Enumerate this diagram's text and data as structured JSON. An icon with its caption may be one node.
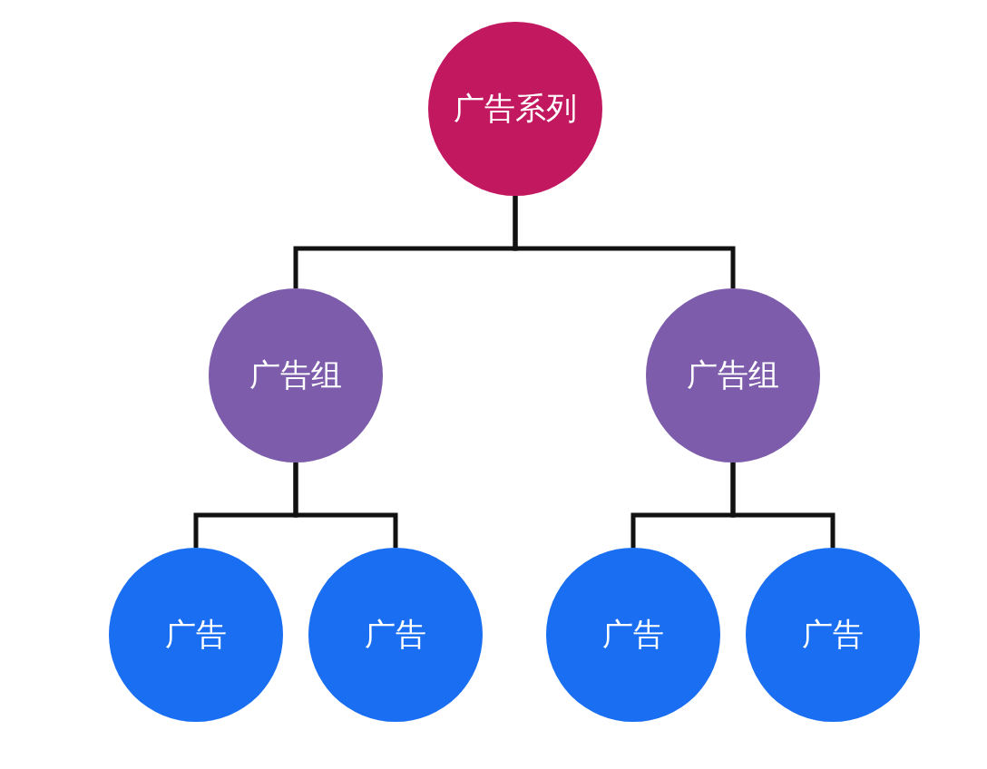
{
  "diagram": {
    "nodes": [
      {
        "text": [
          "广告系列"
        ]
      },
      {
        "text": [
          "广告组"
        ]
      },
      {
        "text": [
          "广告组"
        ]
      },
      {
        "text": [
          "广告"
        ]
      },
      {
        "text": [
          "广告"
        ]
      },
      {
        "text": [
          "广告"
        ]
      },
      {
        "text": [
          "广告"
        ]
      }
    ],
    "edges": [
      {
        "from": 0,
        "to": 1,
        "arrow": "none"
      },
      {
        "from": 0,
        "to": 2,
        "arrow": "none"
      },
      {
        "from": 1,
        "to": 3,
        "arrow": "none"
      },
      {
        "from": 1,
        "to": 4,
        "arrow": "none"
      },
      {
        "from": 2,
        "to": 5,
        "arrow": "none"
      },
      {
        "from": 2,
        "to": 6,
        "arrow": "none"
      }
    ]
  }
}
